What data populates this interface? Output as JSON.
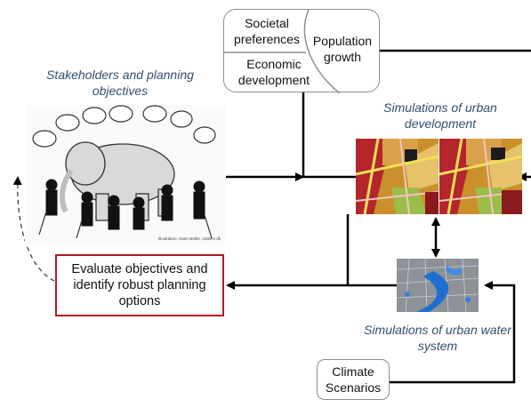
{
  "drivers": {
    "societal_preferences": "Societal preferences",
    "population_growth": "Population growth",
    "economic_development": "Economic development"
  },
  "stakeholders": {
    "caption": "Stakeholders and planning objectives",
    "credit": "Illustration: Hans Moller, otoliere.dk"
  },
  "evaluate": {
    "label": "Evaluate objectives and identify robust planning options"
  },
  "urban_development": {
    "caption": "Simulations of urban development"
  },
  "water_system": {
    "caption": "Simulations of urban water system"
  },
  "climate": {
    "label": "Climate Scenarios"
  },
  "colors": {
    "arrow": "#000000",
    "evaluate_border": "#b01c22",
    "caption_text": "#2f4f6f",
    "box_border": "#8e8e8e"
  }
}
